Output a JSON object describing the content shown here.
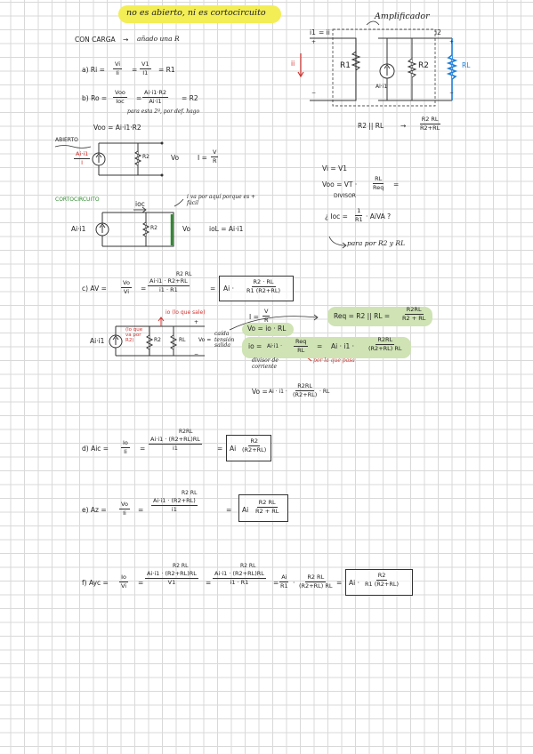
{
  "note_top": "no es abierto, ni es cortocircuito",
  "con_carga": {
    "label": "CON CARGA",
    "arrow": "→",
    "desc": "añado una R"
  },
  "amplifier": {
    "title": "Amplificador",
    "i1": "i1",
    "i1_eq": "= ii",
    "i2": "i2",
    "ii": "ii",
    "R1": "R1",
    "source": "Ai·i1",
    "R2": "R2",
    "RL": "RL",
    "plus": "+",
    "minus": "−"
  },
  "parallel": {
    "lhs": "R2 || RL",
    "arrow": "→",
    "num": "R2 RL",
    "den": "R2+RL"
  },
  "part_a": {
    "label": "a) Ri =",
    "f1_num": "Vi",
    "f1_den": "Ii",
    "eq": "=",
    "f2_num": "V1",
    "f2_den": "I1",
    "result": "= R1"
  },
  "part_b": {
    "label": "b) Ro =",
    "f1_num": "Voo",
    "f1_den": "Ioc",
    "eq": "=",
    "f2_num": "Ai·i1·R2",
    "f2_den": "Ai·i1",
    "result": "= R2",
    "note": "para esta 2ª, por def. hago",
    "voo": "Voo = Ai·i1·R2"
  },
  "abierto": {
    "title": "ABIERTO",
    "src_num": "Ai·i1",
    "src_den": "I",
    "r": "R2",
    "vo": "Vo",
    "eq": "I =",
    "eq_num": "V",
    "eq_den": "R"
  },
  "right_eqs": {
    "vi": "Vi = V1",
    "voo": "Voo = VT ·",
    "voo_num": "RL",
    "voo_den": "Req",
    "voo_end": "=",
    "divisor": "DIVISOR",
    "ioc": "¿ Ioc =",
    "ioc_num": "1",
    "ioc_den": "R1",
    "ioc_end": "· AiVA ?",
    "para": "para por R2 y RL"
  },
  "cortocircuito": {
    "title": "CORTOCIRCUITO",
    "note": "i va por aquí porque es + fácil",
    "ioc": "ioc",
    "src": "Ai·i1",
    "r": "R2",
    "vo": "Vo",
    "result": "ioL = Ai·i1"
  },
  "part_c": {
    "label": "c) AV =",
    "f1_num": "Vo",
    "f1_den": "Vi",
    "eq": "=",
    "f2_num_top": "R2 RL",
    "f2_num_mid": "R2+RL",
    "f2_num_pre": "Ai·i1 ·",
    "f2_den": "i1 · R1",
    "eq2": "=",
    "boxed_pre": "Ai ·",
    "boxed_num": "R2 · RL",
    "boxed_den": "R1 (R2+RL)"
  },
  "circuit_c": {
    "io_note": "io (lo que sale)",
    "src": "Ai·i1",
    "lo_note": "(lo que va por R2)",
    "r2": "R2",
    "rl": "RL",
    "vo": "Vo =",
    "caida": "caída tensión salida",
    "plus": "+",
    "minus": "−"
  },
  "green_eqs": {
    "i": "I =",
    "i_num": "V",
    "i_den": "R",
    "vo": "Vo = io · RL",
    "io": "io =",
    "io_mid": "Ai·i1 ·",
    "io_num": "Req",
    "io_den": "RL",
    "eq": "=",
    "res_pre": "Ai · i1 ·",
    "res_num": "R2RL",
    "res_den": "(R2+RL) RL",
    "divisor": "divisor de corriente",
    "porla": "por la que pasa",
    "req": "Req = R2 || RL =",
    "req_num": "R2RL",
    "req_den": "R2 + RL",
    "vo2": "Vo =",
    "vo2_mid": "Ai · i1 ·",
    "vo2_num": "R2RL",
    "vo2_den": "(R2+RL)",
    "vo2_end": "· RL"
  },
  "part_d": {
    "label": "d) Aic =",
    "f1_num": "Io",
    "f1_den": "Ii",
    "eq": "=",
    "f2_num_top": "R2RL",
    "f2_num": "Ai·i1 · (R2+RL)RL",
    "f2_den": "i1",
    "eq2": "=",
    "boxed_pre": "Ai",
    "boxed_num": "R2",
    "boxed_den": "(R2+RL)"
  },
  "part_e": {
    "label": "e) Az =",
    "f1_num": "Vo",
    "f1_den": "Ii",
    "eq": "=",
    "f2_num_top": "R2 RL",
    "f2_num": "Ai·i1 · (R2+RL)",
    "f2_den": "i1",
    "eq2": "=",
    "boxed_pre": "Ai",
    "boxed_num": "R2 RL",
    "boxed_den": "R2 + RL"
  },
  "part_f": {
    "label": "f) Ayc =",
    "f1_num": "Io",
    "f1_den": "Vi",
    "eq": "=",
    "f2_num_top": "R2 RL",
    "f2_num": "Ai·i1 · (R2+RL)RL",
    "f2_den": "V1",
    "eq2": "=",
    "f3_num_top": "R2 RL",
    "f3_num": "Ai·i1 · (R2+RL)RL",
    "f3_den": "i1 · R1",
    "eq3": "=",
    "f4_num": "Ai",
    "f4_den": "R1",
    "f4_mid": "·",
    "f5_num": "R2 RL",
    "f5_den": "(R2+RL) RL",
    "eq4": "=",
    "boxed_pre": "Ai ·",
    "boxed_num": "R2",
    "boxed_den": "R1 (R2+RL)"
  },
  "colors": {
    "red": "#d0312d",
    "green": "#2d8a2d",
    "blue": "#1e7fd9",
    "highlight_yellow": "#f3ee56",
    "highlight_green": "#cfe3b5"
  }
}
